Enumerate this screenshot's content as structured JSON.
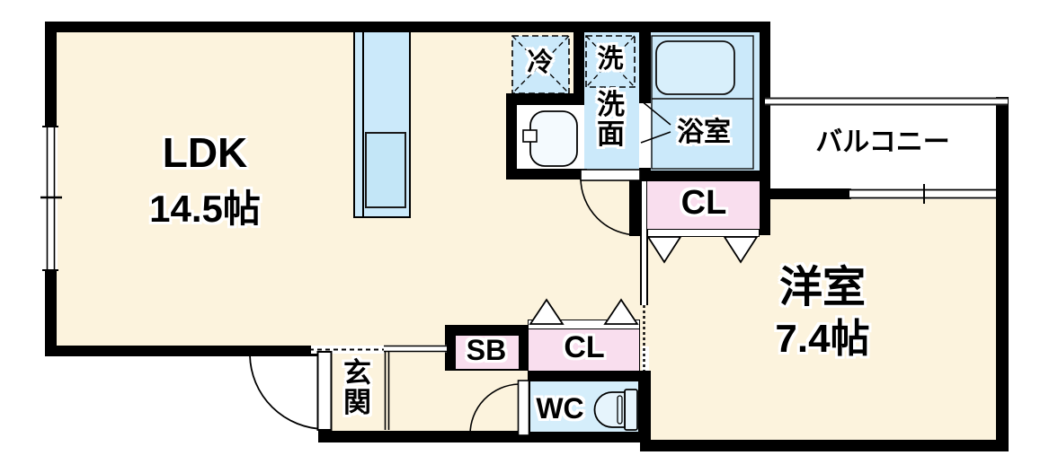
{
  "floorplan": {
    "rooms": {
      "ldk": {
        "label": "LDK",
        "area": "14.5帖"
      },
      "western_room": {
        "label": "洋室",
        "area": "7.4帖"
      },
      "balcony": {
        "label": "バルコニー"
      },
      "bathroom": {
        "label": "浴室"
      },
      "washroom": {
        "label": "洗面"
      },
      "entrance": {
        "label": "玄関"
      },
      "wc": {
        "label": "WC"
      }
    },
    "fixtures": {
      "refrigerator": {
        "label": "冷"
      },
      "washer": {
        "label": "洗"
      },
      "shoe_box": {
        "label": "SB"
      },
      "closet_bedroom": {
        "label": "CL"
      },
      "closet_hall": {
        "label": "CL"
      }
    },
    "colors": {
      "floor_beige": "#FCF3DD",
      "wet_area_blue": "#CBE9FA",
      "storage_pink": "#F9DEEE",
      "wall_black": "#000000",
      "balcony_white": "#FFFFFF"
    }
  }
}
